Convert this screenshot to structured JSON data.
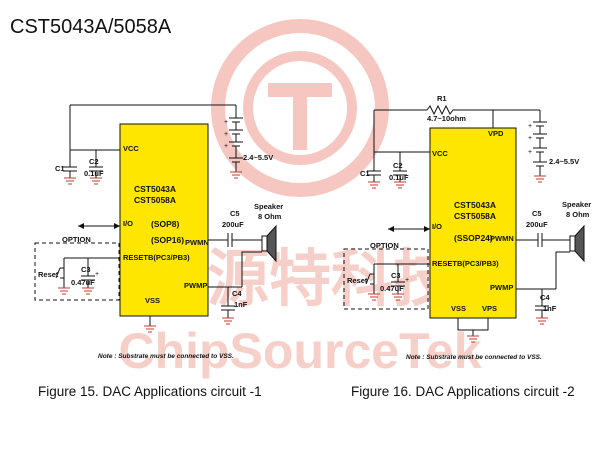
{
  "page_title": "CST5043A/5058A",
  "watermark": {
    "cn": "矽源特科技",
    "en": "ChipSourceTek",
    "color": "#f6c7c0"
  },
  "colors": {
    "chip": "#ffe600",
    "ground": "#c0392b",
    "wire": "#111111"
  },
  "fig1": {
    "chip_line1": "CST5043A",
    "chip_line2": "CST5058A",
    "pkg1": "(SOP8)",
    "pkg2": "(SOP16)",
    "pin_vcc": "VCC",
    "pin_io": "I/O",
    "pin_reset": "RESETB(PC3/PB3)",
    "pin_pwmn": "PWMN",
    "pin_pwmp": "PWMP",
    "pin_vss": "VSS",
    "c1": "C1",
    "c2": "C2",
    "c2_val": "0.1uF",
    "battery": "2.4~5.5V",
    "c5": "C5",
    "c5_val": "200uF",
    "speaker_label": "Speaker",
    "speaker_val": "8 Ohm",
    "option": "OPTION",
    "reset": "Reset",
    "c3": "C3",
    "c3_val": "0.47uF",
    "c4": "C4",
    "c4_val": "1nF",
    "note": "Note : Substrate must be connected to VSS.",
    "caption": "Figure 15.  DAC Applications circuit -1"
  },
  "fig2": {
    "r1": "R1",
    "r1_val": "4.7~10ohm",
    "pin_vpd": "VPD",
    "chip_line1": "CST5043A",
    "chip_line2": "CST5058A",
    "pkg": "(SSOP24)",
    "pin_vcc": "VCC",
    "pin_io": "I/O",
    "pin_reset": "RESETB(PC3/PB3)",
    "pin_pwmn": "PWMN",
    "pin_pwmp": "PWMP",
    "pin_vss": "VSS",
    "pin_vps": "VPS",
    "c1": "C1",
    "c2": "C2",
    "c2_val": "0.1uF",
    "battery": "2.4~5.5V",
    "c5": "C5",
    "c5_val": "200uF",
    "speaker_label": "Speaker",
    "speaker_val": "8 Ohm",
    "option": "OPTION",
    "reset": "Reset",
    "c3": "C3",
    "c3_val": "0.47uF",
    "c4": "C4",
    "c4_val": "1nF",
    "note": "Note : Substrate must be connected to VSS.",
    "caption": "Figure 16.  DAC Applications circuit -2"
  }
}
